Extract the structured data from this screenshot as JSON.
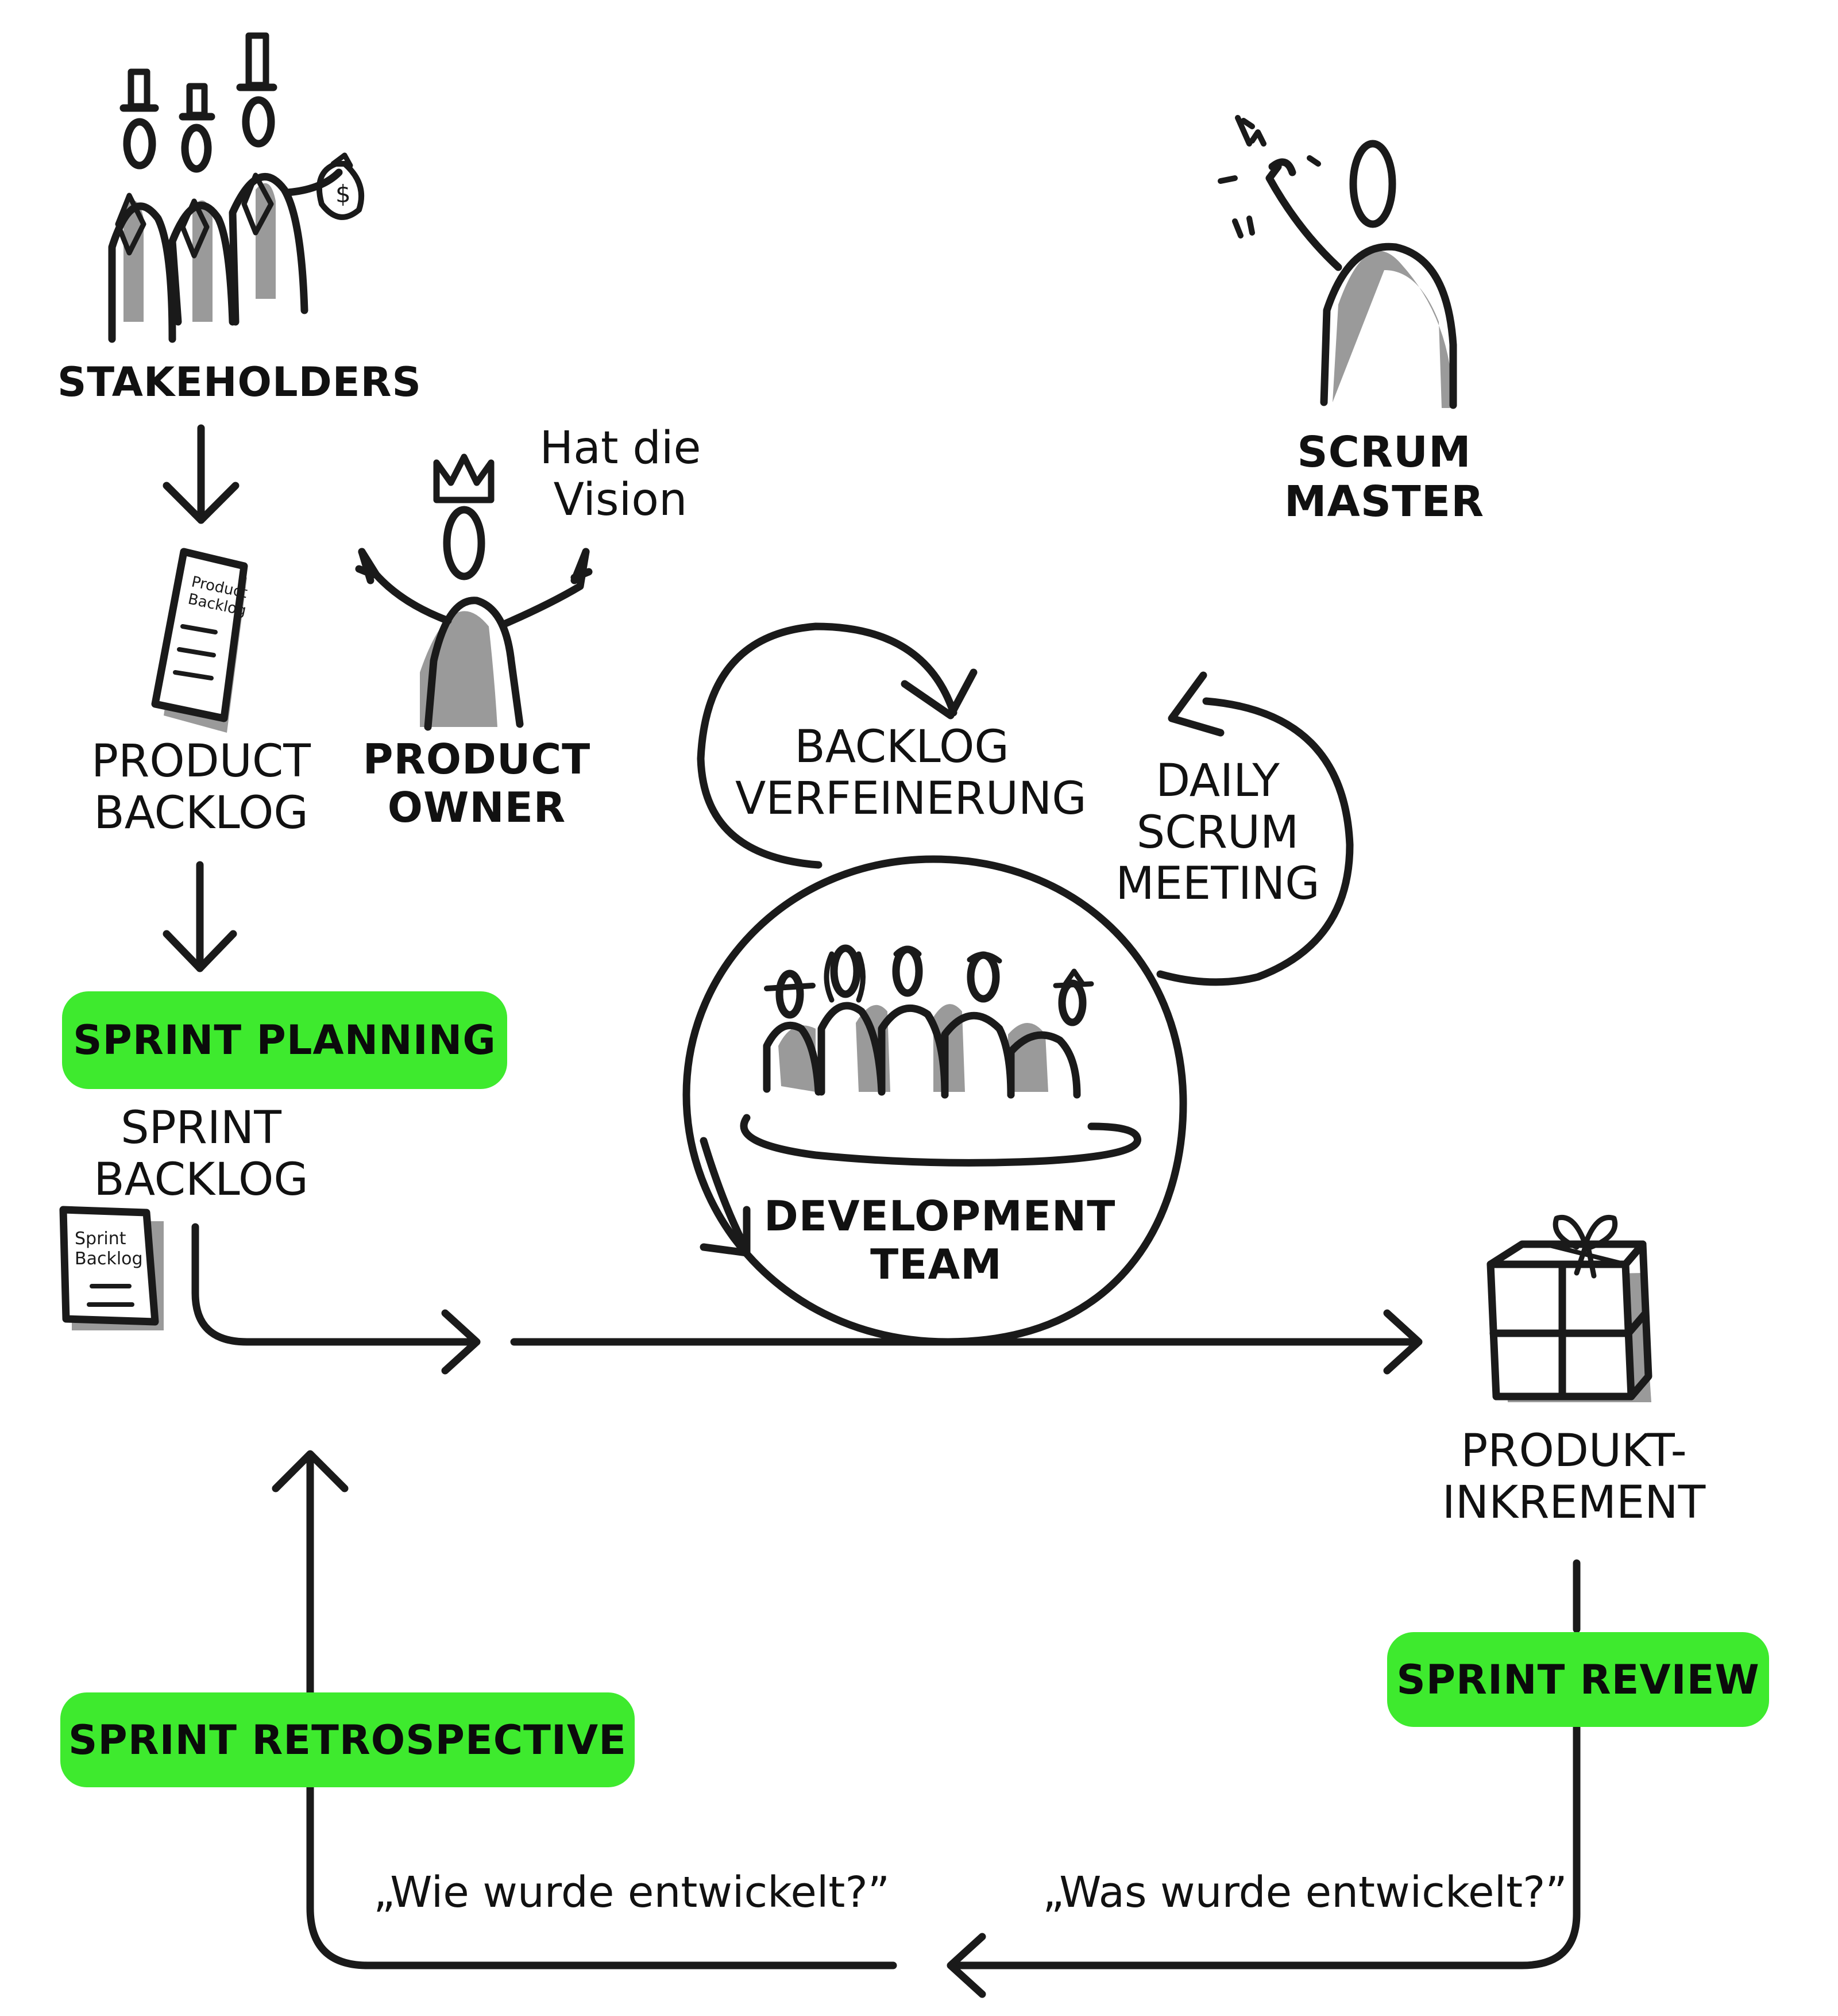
{
  "colors": {
    "accent_green": "#3eea2e",
    "ink": "#1a1a1a",
    "shadow": "#9a9a9a"
  },
  "stakeholders": {
    "label": "STAKEHOLDERS"
  },
  "product_backlog": {
    "line1": "PRODUCT",
    "line2": "BACKLOG",
    "doc_text_1": "Product",
    "doc_text_2": "Backlog"
  },
  "product_owner": {
    "line1": "PRODUCT",
    "line2": "OWNER",
    "note_line1": "Hat die",
    "note_line2": "Vision"
  },
  "scrum_master": {
    "line1": "SCRUM",
    "line2": "MASTER"
  },
  "sprint_planning": {
    "label": "SPRINT PLANNING"
  },
  "sprint_backlog": {
    "line1": "SPRINT",
    "line2": "BACKLOG",
    "doc_text_1": "Sprint",
    "doc_text_2": "Backlog"
  },
  "backlog_refinement": {
    "line1": "BACKLOG",
    "line2": "VERFEINERUNG"
  },
  "daily_scrum": {
    "line1": "DAILY",
    "line2": "SCRUM",
    "line3": "MEETING"
  },
  "development_team": {
    "line1": "DEVELOPMENT",
    "line2": "TEAM"
  },
  "product_increment": {
    "line1": "PRODUKT-",
    "line2": "INKREMENT"
  },
  "sprint_review": {
    "label": "SPRINT REVIEW"
  },
  "sprint_retrospective": {
    "label": "SPRINT RETROSPECTIVE"
  },
  "quotes": {
    "review": "„Was wurde entwickelt?”",
    "retro": "„Wie wurde entwickelt?”"
  },
  "icons": [
    "stakeholders-figures-icon",
    "money-bag-icon",
    "product-backlog-document-icon",
    "product-owner-figure-icon",
    "crown-icon",
    "scrum-master-figure-icon",
    "sprint-backlog-document-icon",
    "development-team-figures-icon",
    "gift-box-icon"
  ]
}
